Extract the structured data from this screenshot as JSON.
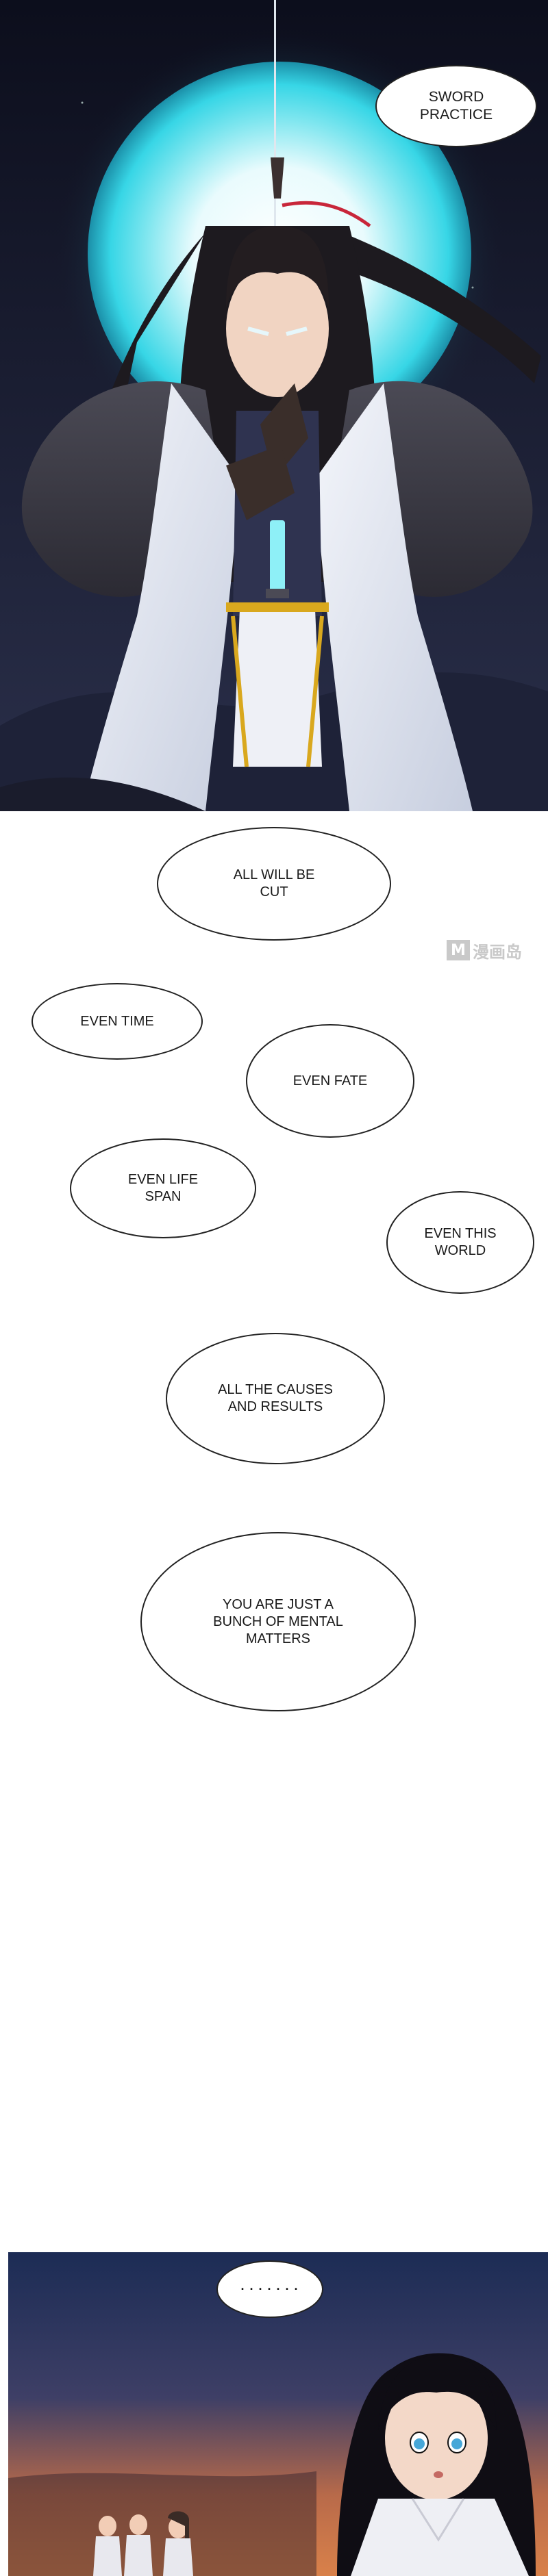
{
  "panels": {
    "top": {
      "caption": "SWORD\nPRACTICE"
    },
    "bottom": {
      "speech": "· · · · · · ·"
    }
  },
  "bubbles": [
    {
      "text": "ALL WILL BE\nCUT"
    },
    {
      "text": "EVEN TIME"
    },
    {
      "text": "EVEN FATE"
    },
    {
      "text": "EVEN LIFE\nSPAN"
    },
    {
      "text": "EVEN THIS\nWORLD"
    },
    {
      "text": "ALL THE CAUSES\nAND RESULTS"
    },
    {
      "text": "YOU ARE JUST A\nBUNCH OF MENTAL\nMATTERS"
    }
  ],
  "watermark": {
    "box_letter": "M",
    "text": "漫画岛"
  },
  "colors": {
    "moon_glow": "#37d6e6",
    "night_sky": "#15182a",
    "dusk_sky": "#1c2c55",
    "dusk_orange": "#d9814a"
  }
}
